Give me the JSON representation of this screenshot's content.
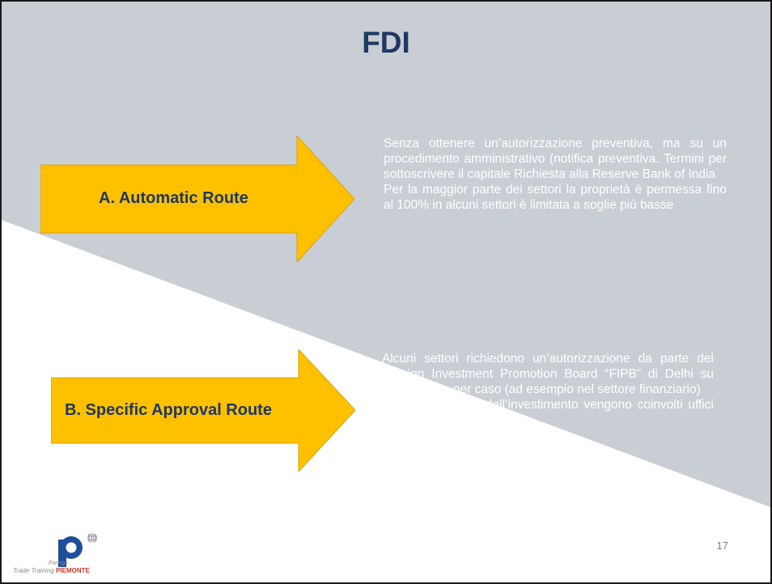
{
  "title": "FDI",
  "route_a": {
    "label": "A. Automatic Route",
    "description_1": "Senza ottenere un’autorizzazione preventiva, ma su un procedimento amministrativo (notifica preventiva. Termini per sottoscrivere il capitale Richiesta alla Reserve Bank of India",
    "description_2": "Per la maggior parte dei settori la proprietà è permessa fino al 100% in alcuni settori è limitata a soglie più basse"
  },
  "route_b": {
    "label": "B. Specific Approval Route",
    "description_1": "Alcuni settori richiedono un’autorizzazione da parte del Foreign Investment Promotion Board “FIPB” di Delhi su esame caso per caso (ad esempio nel settore finanziario)",
    "description_2": "In base al valore dell’investimento vengono coinvolti uffici Governativi diversi"
  },
  "page_number": "17",
  "logo": {
    "foreign": "Foreign",
    "trade_training": "Trade Training",
    "piemonte": "PIEMONTE"
  },
  "colors": {
    "background_gray": "#c9cdd4",
    "arrow_fill": "#ffc000",
    "title_color": "#1f3864",
    "logo_blue": "#1f4e9c"
  }
}
